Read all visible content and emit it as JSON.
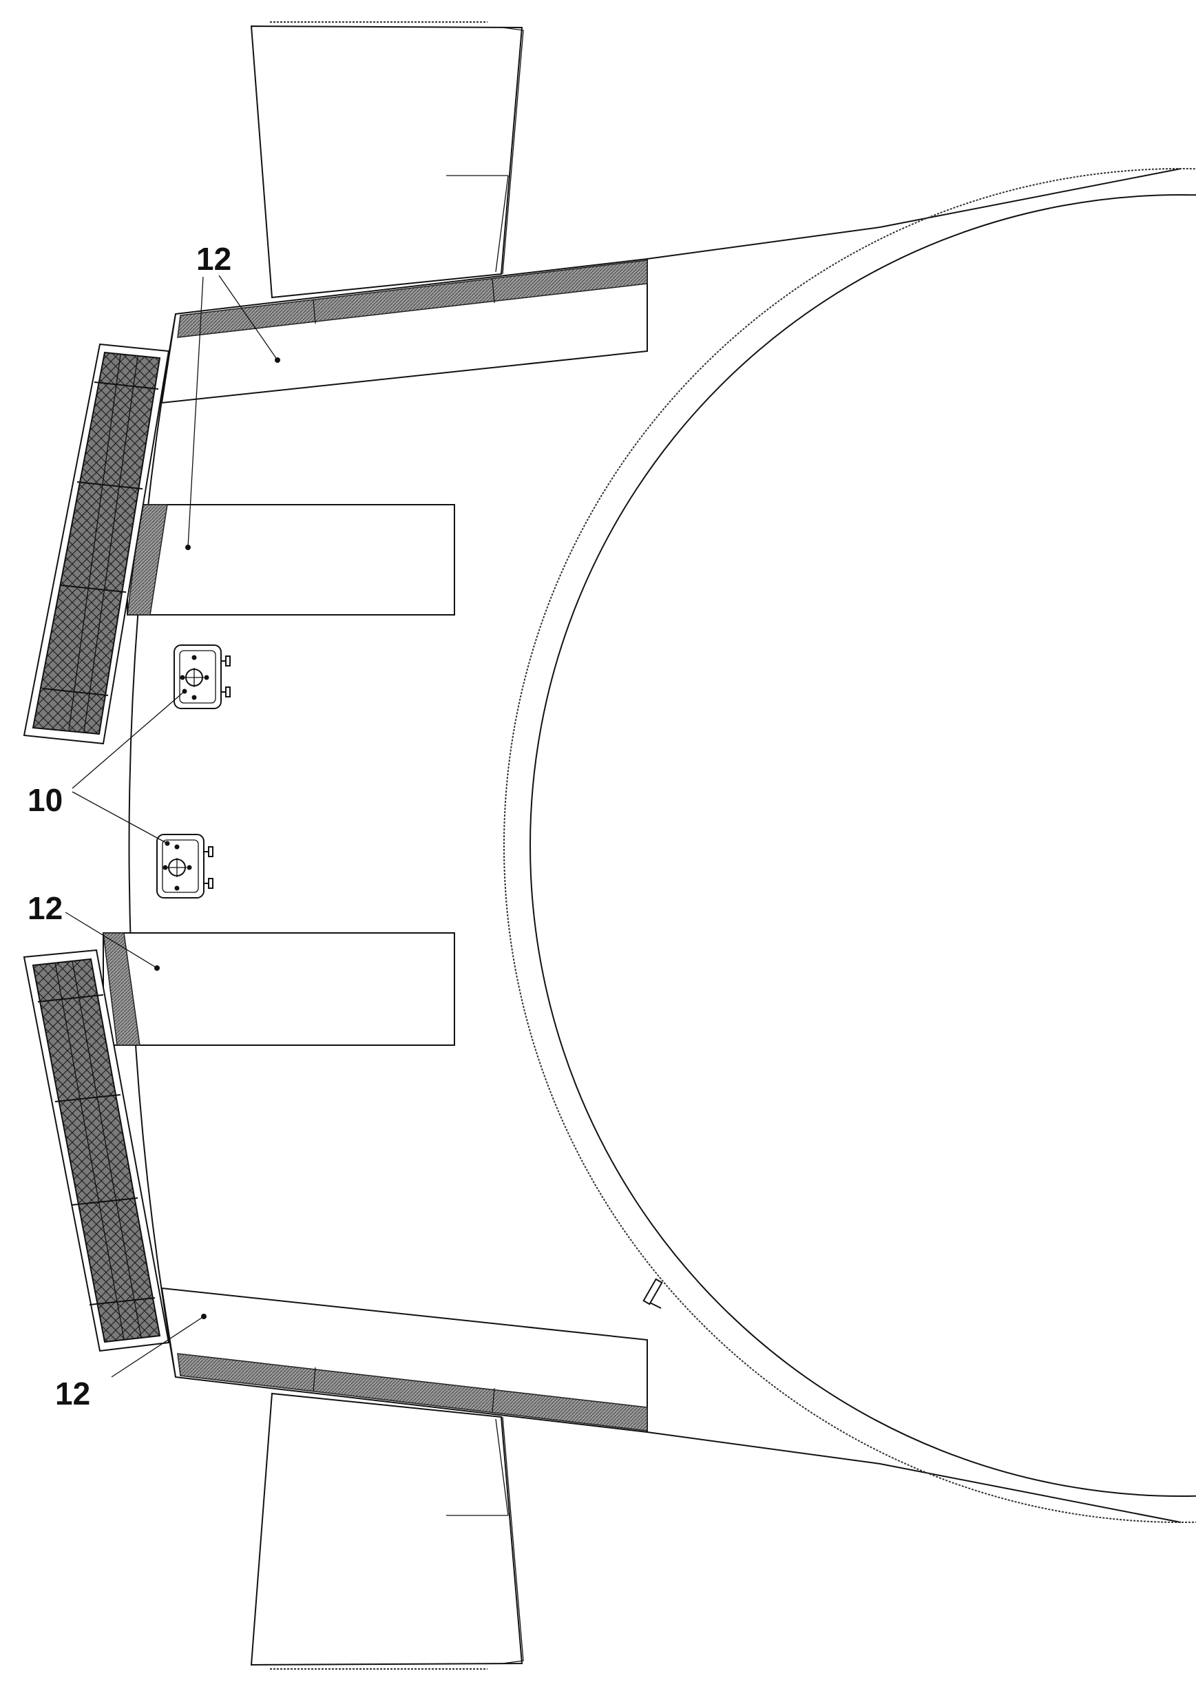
{
  "figure": {
    "callouts": [
      {
        "text": "12"
      },
      {
        "text": "10"
      },
      {
        "text": "12"
      },
      {
        "text": "12"
      }
    ],
    "colors": {
      "line": "#111111",
      "hatch": "#555555",
      "background": "#ffffff"
    }
  }
}
